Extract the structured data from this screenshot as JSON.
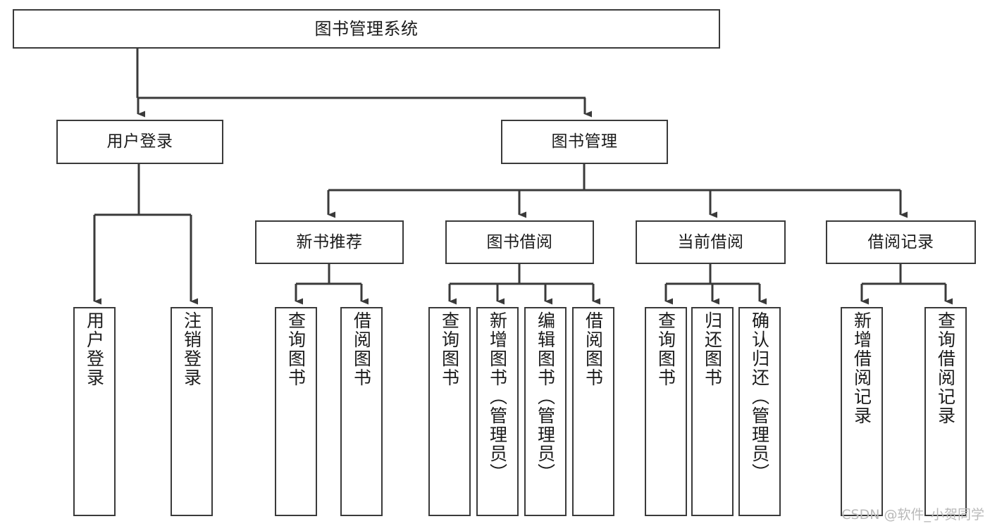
{
  "diagram": {
    "type": "tree-hierarchy-chart",
    "title": "图书管理系统",
    "watermark": "CSDN @软件_小贺同学",
    "colors": {
      "box_border": "#3a3a3a",
      "box_fill": "#ffffff",
      "connector": "#3a3a3a",
      "text": "#1b1b1b",
      "watermark": "#b9b9b9",
      "background": "#ffffff"
    },
    "levels": {
      "root": {
        "label": "图书管理系统"
      },
      "level2": [
        {
          "label": "用户登录"
        },
        {
          "label": "图书管理"
        }
      ],
      "level3": [
        {
          "label": "新书推荐"
        },
        {
          "label": "图书借阅"
        },
        {
          "label": "当前借阅"
        },
        {
          "label": "借阅记录"
        }
      ],
      "leaves": {
        "user_login": [
          {
            "label": "用户登录"
          },
          {
            "label": "注销登录"
          }
        ],
        "new_book_recommend": [
          {
            "label": "查询图书"
          },
          {
            "label": "借阅图书"
          }
        ],
        "book_borrow": [
          {
            "label": "查询图书"
          },
          {
            "label": "新增图书（管理员）"
          },
          {
            "label": "编辑图书（管理员）"
          },
          {
            "label": "借阅图书"
          }
        ],
        "current_borrow": [
          {
            "label": "查询图书"
          },
          {
            "label": "归还图书"
          },
          {
            "label": "确认归还（管理员）"
          }
        ],
        "borrow_record": [
          {
            "label": "新增借阅记录"
          },
          {
            "label": "查询借阅记录"
          }
        ]
      }
    }
  }
}
